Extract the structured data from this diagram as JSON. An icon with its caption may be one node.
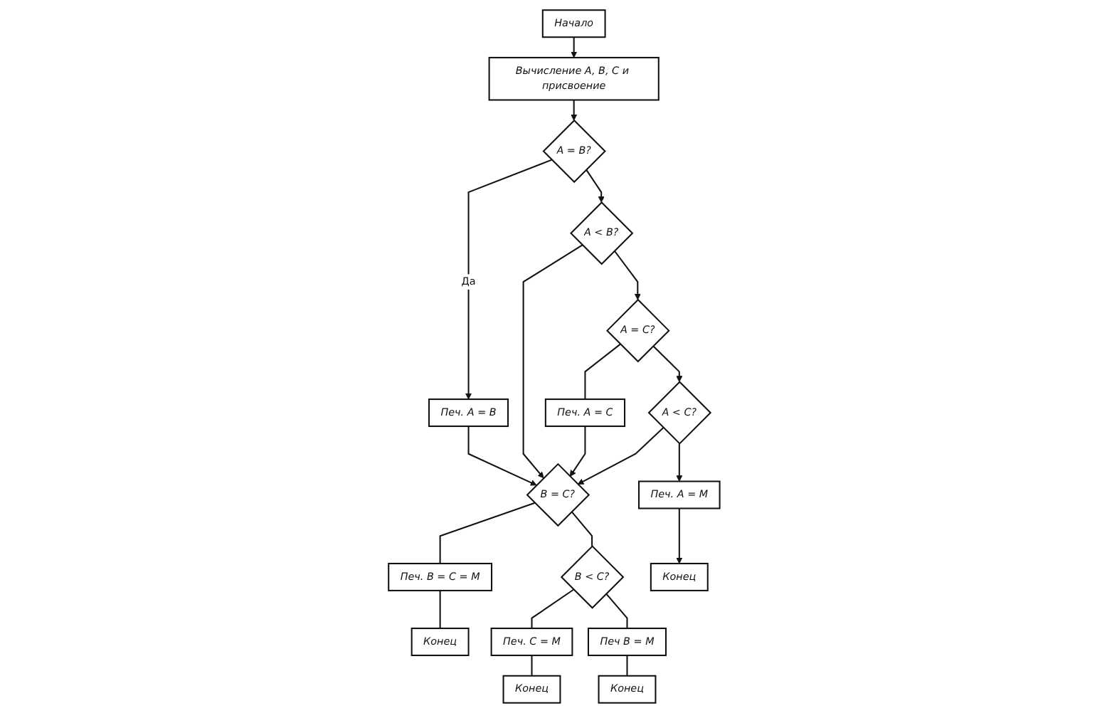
{
  "diagram": {
    "nodes": [
      {
        "text": [
          "Начало"
        ]
      },
      {
        "text": [
          "Вычисление A, B, C и присвоение"
        ]
      },
      {
        "text": [
          "A = B?"
        ]
      },
      {
        "text": [
          "Печ. A = B"
        ]
      },
      {
        "text": [
          "B = C?"
        ]
      },
      {
        "text": [
          "Печ. B = C = M"
        ]
      },
      {
        "text": [
          "Конец"
        ]
      },
      {
        "text": [
          "A < B?"
        ]
      },
      {
        "text": [
          "B < C?"
        ]
      },
      {
        "text": [
          "Печ. C = M"
        ]
      },
      {
        "text": [
          "Конец"
        ]
      },
      {
        "text": [
          "A = C?"
        ]
      },
      {
        "text": [
          "Печ. A = C"
        ]
      },
      {
        "text": [
          "Печ B = M"
        ]
      },
      {
        "text": [
          "Конец"
        ]
      },
      {
        "text": [
          "A < C?"
        ]
      },
      {
        "text": [
          "Печ. A = M"
        ]
      },
      {
        "text": [
          "Конец"
        ]
      }
    ],
    "edges": [
      {
        "from": 0,
        "to": 1,
        "arrow": "to"
      },
      {
        "from": 1,
        "to": 2,
        "arrow": "to"
      },
      {
        "from": 2,
        "to": 3,
        "arrow": "to",
        "label": "Да"
      },
      {
        "from": 3,
        "to": 4,
        "arrow": "to"
      },
      {
        "from": 2,
        "to": 7,
        "arrow": "to"
      },
      {
        "from": 7,
        "to": 4,
        "arrow": "to"
      },
      {
        "from": 7,
        "to": 11,
        "arrow": "to"
      },
      {
        "from": 11,
        "to": 12,
        "arrow": "none"
      },
      {
        "from": 12,
        "to": 4,
        "arrow": "to"
      },
      {
        "from": 11,
        "to": 15,
        "arrow": "to"
      },
      {
        "from": 15,
        "to": 4,
        "arrow": "to"
      },
      {
        "from": 15,
        "to": 16,
        "arrow": "to"
      },
      {
        "from": 16,
        "to": 17,
        "arrow": "to"
      },
      {
        "from": 4,
        "to": 5,
        "arrow": "none"
      },
      {
        "from": 5,
        "to": 6,
        "arrow": "none"
      },
      {
        "from": 4,
        "to": 8,
        "arrow": "none"
      },
      {
        "from": 8,
        "to": 9,
        "arrow": "none"
      },
      {
        "from": 9,
        "to": 10,
        "arrow": "none"
      },
      {
        "from": 8,
        "to": 13,
        "arrow": "none"
      },
      {
        "from": 13,
        "to": 14,
        "arrow": "none"
      }
    ]
  }
}
